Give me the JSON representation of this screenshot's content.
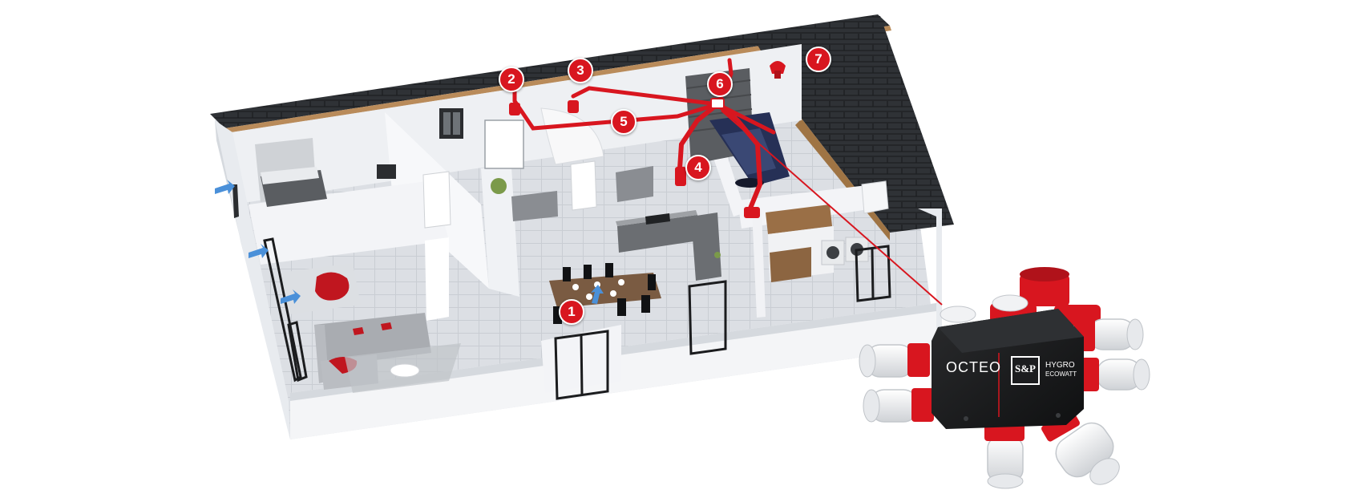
{
  "diagram": {
    "markers": [
      {
        "id": "1",
        "label": "1"
      },
      {
        "id": "2",
        "label": "2"
      },
      {
        "id": "3",
        "label": "3"
      },
      {
        "id": "4",
        "label": "4"
      },
      {
        "id": "5",
        "label": "5"
      },
      {
        "id": "6",
        "label": "6"
      },
      {
        "id": "7",
        "label": "7"
      }
    ]
  },
  "unit": {
    "name": "OCTEO",
    "logo_text": "S&P",
    "line1": "HYGRO",
    "line2": "ECOWATT"
  },
  "colors": {
    "duct_red": "#d8161f",
    "roof_dark": "#2f3236",
    "wall_white": "#f4f5f7",
    "floor_grey": "#dcdfe4",
    "unit_black": "#161718",
    "fresh_air_blue": "#4a90d9"
  }
}
